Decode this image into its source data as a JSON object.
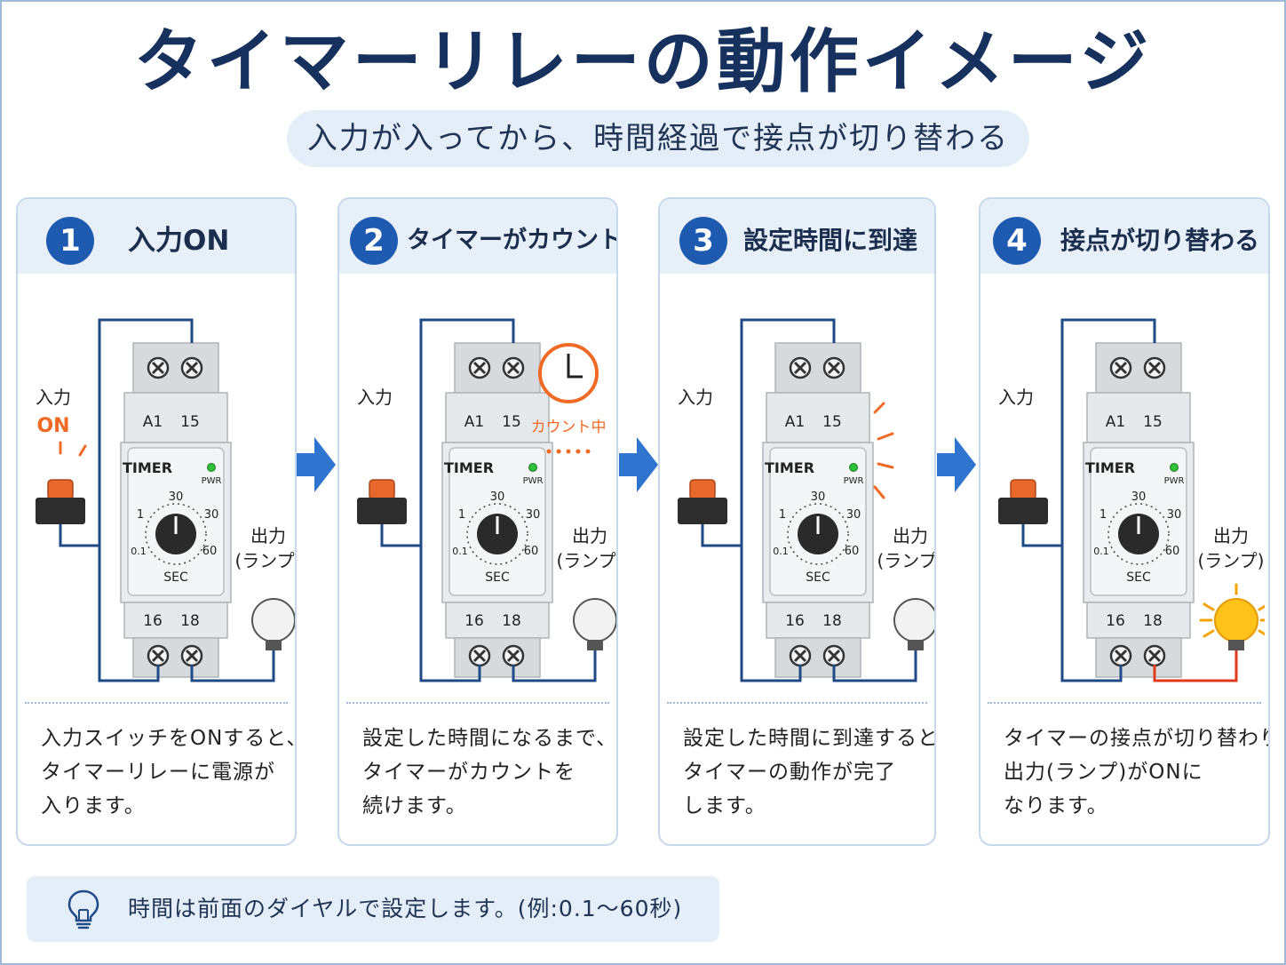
{
  "title": "タイマーリレーの動作イメージ",
  "subtitle": "入力が入ってから、時間経過で接点が切り替わる",
  "colors": {
    "accent": "#1e5bb0",
    "title": "#17315f",
    "orange": "#f06a25",
    "wire": "#1f4a86",
    "wire_active": "#e03a1e",
    "lamp_on": "#ffc21a"
  },
  "device": {
    "top_terminals": [
      "A1",
      "15"
    ],
    "bottom_terminals": [
      "16",
      "18"
    ],
    "label": "TIMER",
    "pwr": "PWR",
    "dial_marks": [
      "30",
      "1",
      "30",
      "0.1",
      "60"
    ],
    "unit": "SEC"
  },
  "labels": {
    "input": "入力",
    "on": "ON",
    "output": "出力",
    "lamp": "(ランプ)",
    "counting": "カウント中"
  },
  "steps": [
    {
      "num": "1",
      "title": "入力ON",
      "desc": [
        "入力スイッチをONすると、",
        "タイマーリレーに電源が",
        "入ります。"
      ]
    },
    {
      "num": "2",
      "title": "タイマーがカウント",
      "desc": [
        "設定した時間になるまで、",
        "タイマーがカウントを",
        "続けます。"
      ]
    },
    {
      "num": "3",
      "title": "設定時間に到達",
      "desc": [
        "設定した時間に到達すると、",
        "タイマーの動作が完了",
        "します。"
      ]
    },
    {
      "num": "4",
      "title": "接点が切り替わる",
      "desc": [
        "タイマーの接点が切り替わり、",
        "出力(ランプ)がONに",
        "なります。"
      ]
    }
  ],
  "tip": {
    "icon": "lightbulb-icon",
    "text": "時間は前面のダイヤルで設定します。(例:0.1〜60秒)"
  }
}
